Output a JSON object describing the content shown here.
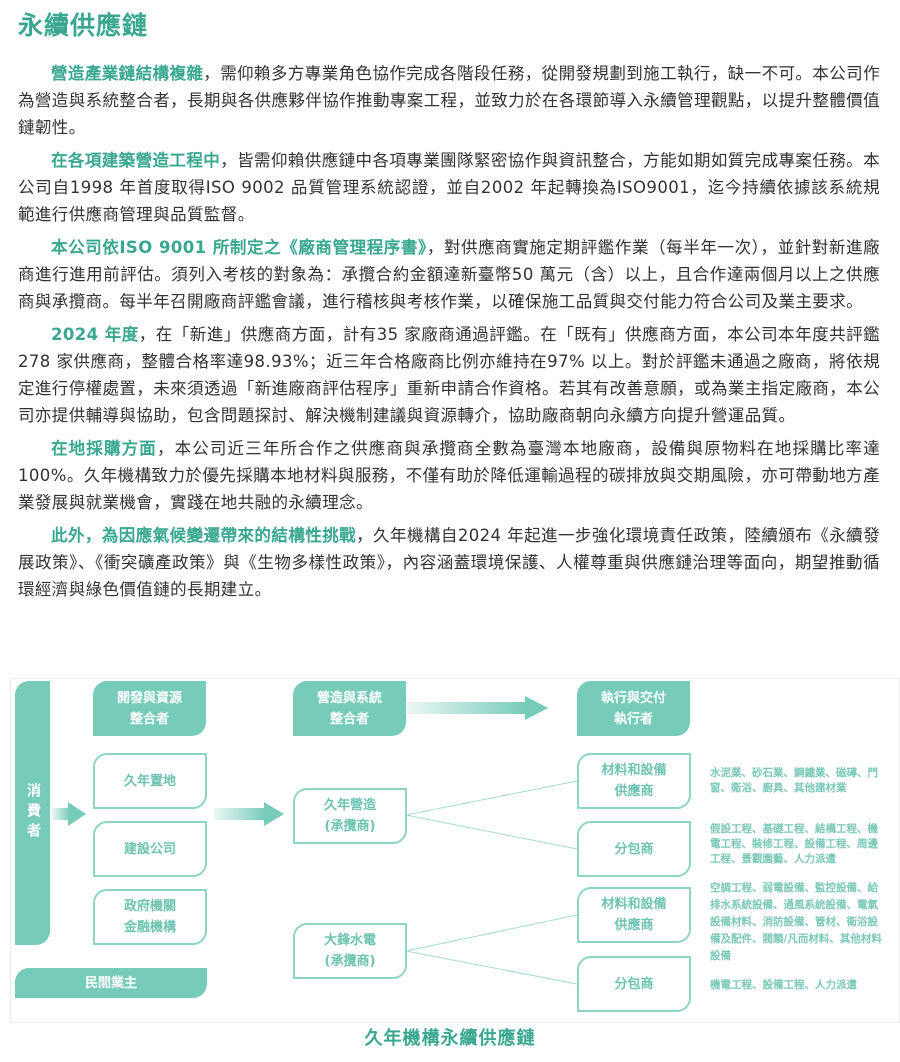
{
  "title": "永續供應鏈",
  "paragraphs": [
    {
      "lead": "營造產業鏈結構複雜",
      "text": "，需仰賴多方專業角色協作完成各階段任務，從開發規劃到施工執行，缺一不可。本公司作為營造與系統整合者，長期與各供應夥伴協作推動專案工程，並致力於在各環節導入永續管理觀點，以提升整體價值鏈韌性。"
    },
    {
      "lead": "在各項建築營造工程中",
      "text": "，皆需仰賴供應鏈中各項專業團隊緊密協作與資訊整合，方能如期如質完成專案任務。本公司自1998 年首度取得ISO 9002 品質管理系統認證，並自2002 年起轉換為ISO9001，迄今持續依據該系統規範進行供應商管理與品質監督。"
    },
    {
      "lead": "本公司依ISO 9001 所制定之《廠商管理程序書》",
      "text": "，對供應商實施定期評鑑作業（每半年一次），並針對新進廠商進行進用前評估。須列入考核的對象為：承攬合約金額達新臺幣50 萬元（含）以上，且合作達兩個月以上之供應商與承攬商。每半年召開廠商評鑑會議，進行稽核與考核作業，以確保施工品質與交付能力符合公司及業主要求。"
    },
    {
      "lead": "2024 年度",
      "text": "，在「新進」供應商方面，計有35 家廠商通過評鑑。在「既有」供應商方面，本公司本年度共評鑑278 家供應商，整體合格率達98.93%；近三年合格廠商比例亦維持在97% 以上。對於評鑑未通過之廠商，將依規定進行停權處置，未來須透過「新進廠商評估程序」重新申請合作資格。若其有改善意願，或為業主指定廠商，本公司亦提供輔導與協助，包含問題探討、解決機制建議與資源轉介，協助廠商朝向永續方向提升營運品質。"
    },
    {
      "lead": "在地採購方面",
      "text": "，本公司近三年所合作之供應商與承攬商全數為臺灣本地廠商，設備與原物料在地採購比率達100%。久年機構致力於優先採購本地材料與服務，不僅有助於降低運輸過程的碳排放與交期風險，亦可帶動地方產業發展與就業機會，實踐在地共融的永續理念。"
    },
    {
      "lead": "此外，為因應氣候變遷帶來的結構性挑戰",
      "text": "，久年機構自2024 年起進一步強化環境責任政策，陸續頒布《永續發展政策》、《衝突礦產政策》與《生物多樣性政策》，內容涵蓋環境保護、人權尊重與供應鏈治理等面向，期望推動循環經濟與綠色價值鏈的長期建立。"
    }
  ],
  "diagram": {
    "consumer": "消費者",
    "private_owner": "民間業主",
    "headers": [
      "開發與資源\n整合者",
      "營造與系統\n整合者",
      "執行與交付\n執行者"
    ],
    "col1": [
      "久年置地",
      "建設公司",
      "政府機關\n金融機構"
    ],
    "col2": [
      "久年營造\n(承攬商)",
      "大鋒水電\n(承攬商)"
    ],
    "col3": [
      "材料和設備\n供應商",
      "分包商",
      "材料和設備\n供應商",
      "分包商"
    ],
    "descriptions": [
      "水泥業、砂石業、鋼鐵業、磁磚、門窗、衛浴、廚具、其他建材業",
      "假設工程、基礎工程、結構工程、機電工程、裝修工程、設備工程、周邊工程、景觀園藝、人力派遣",
      "空調工程、弱電設備、監控設備、給排水系統設備、通風系統設備、電氣設備材料、消防設備、管材、衛浴設備及配件、閥類/凡而材料、其他材料設備",
      "機電工程、設備工程、人力派遣"
    ],
    "caption": "久年機構永續供應鏈",
    "colors": {
      "fill": "#76cbb9",
      "outline": "#8fd5c5",
      "accent": "#3aa891"
    }
  }
}
